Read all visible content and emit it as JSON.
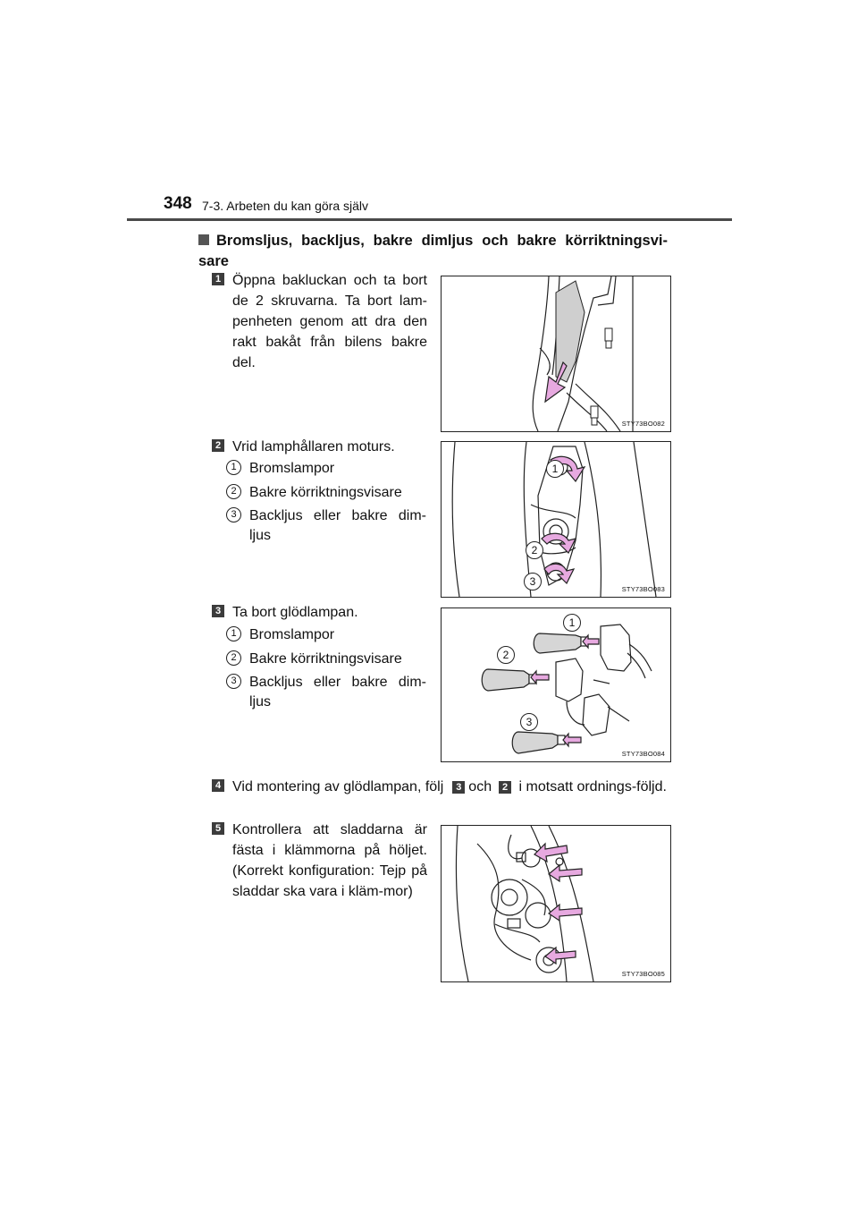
{
  "header": {
    "page_number": "348",
    "chapter": "7-3. Arbeten du kan göra själv"
  },
  "section": {
    "title": "Bromsljus, backljus, bakre dimljus och bakre körriktningsvi-sare"
  },
  "steps": [
    {
      "number": "1",
      "text": "Öppna bakluckan och ta bort de 2 skruvarna. Ta bort lam-penheten genom att dra den rakt bakåt från bilens bakre del.",
      "figure_code": "STY73BO082"
    },
    {
      "number": "2",
      "text": "Vrid lamphållaren moturs.",
      "items": [
        {
          "num": "1",
          "label": "Bromslampor"
        },
        {
          "num": "2",
          "label": "Bakre körriktningsvisare"
        },
        {
          "num": "3",
          "label": "Backljus eller bakre dim-ljus"
        }
      ],
      "figure_code": "STY73BO083"
    },
    {
      "number": "3",
      "text": "Ta bort glödlampan.",
      "items": [
        {
          "num": "1",
          "label": "Bromslampor"
        },
        {
          "num": "2",
          "label": "Bakre körriktningsvisare"
        },
        {
          "num": "3",
          "label": "Backljus eller bakre dim-ljus"
        }
      ],
      "figure_code": "STY73BO084"
    },
    {
      "number": "4",
      "text_before": "Vid montering av glödlampan, följ",
      "ref1": "3",
      "text_mid": "och",
      "ref2": "2",
      "text_after": "i motsatt ordnings-följd."
    },
    {
      "number": "5",
      "text": "Kontrollera att sladdarna är fästa i klämmorna på höljet. (Korrekt konfiguration: Tejp på sladdar ska vara i kläm-mor)",
      "figure_code": "STY73BO085"
    }
  ],
  "colors": {
    "arrow_fill": "#e7a9e0",
    "box": "#3c3c3c",
    "rule": "#4a4a4a"
  }
}
